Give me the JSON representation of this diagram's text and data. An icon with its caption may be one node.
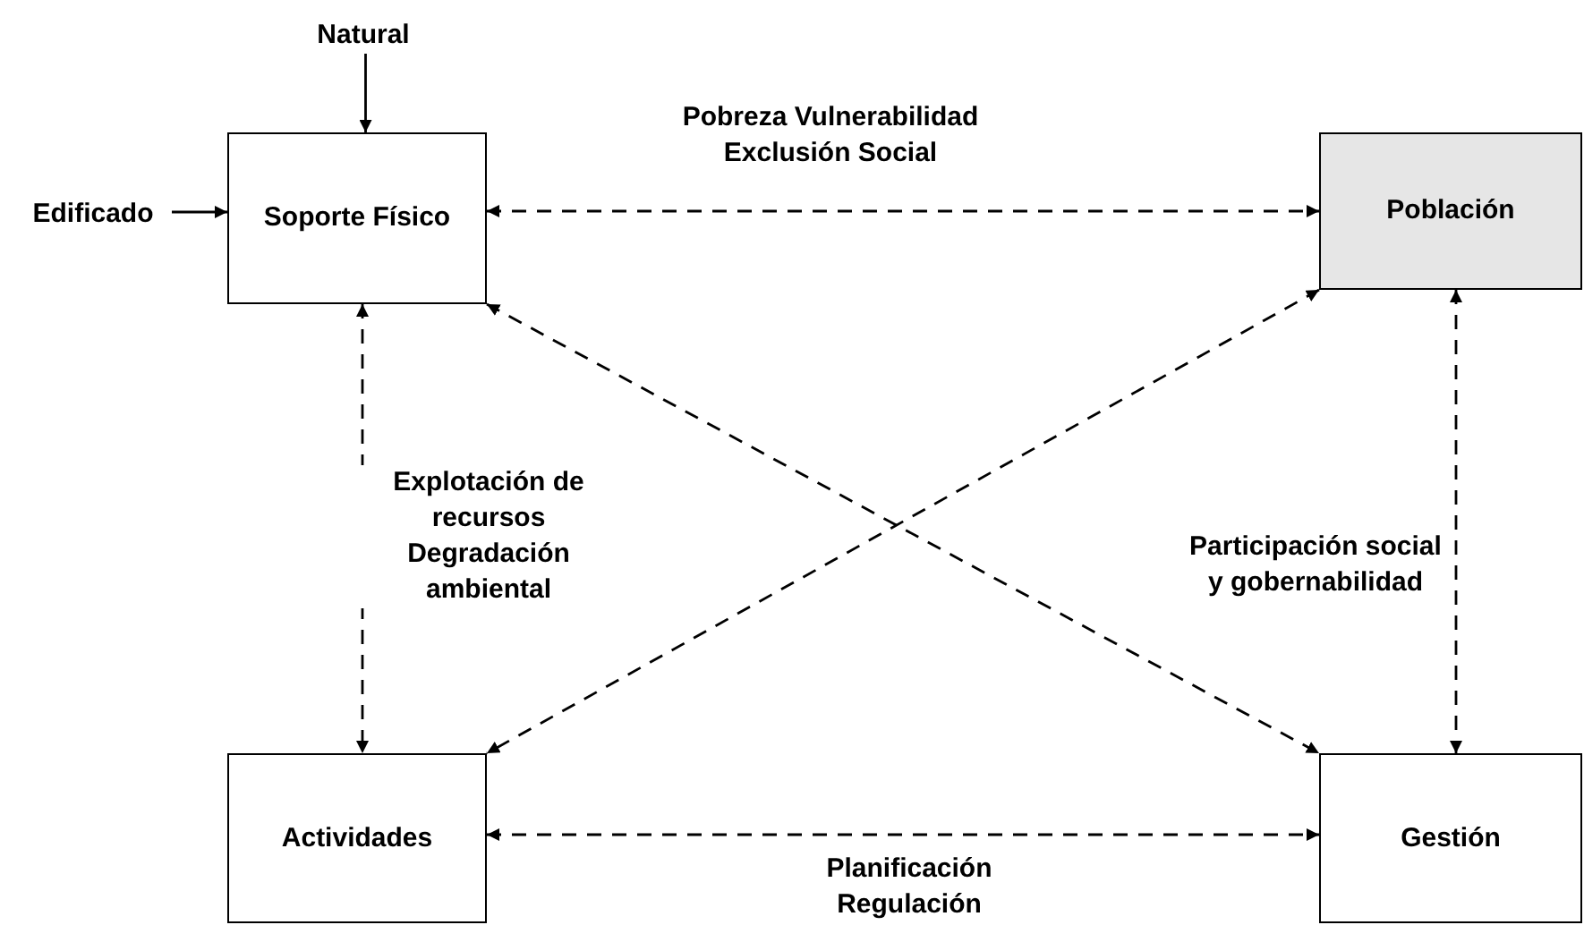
{
  "diagram": {
    "nodes": [
      {
        "text": [
          "Natural"
        ]
      },
      {
        "text": [
          "Edificado"
        ]
      },
      {
        "text": [
          "Soporte Físico"
        ]
      },
      {
        "text": [
          "Población"
        ]
      },
      {
        "text": [
          "Actividades"
        ]
      },
      {
        "text": [
          "Gestión"
        ]
      }
    ],
    "edges": [
      {
        "from": 0,
        "to": 2,
        "arrow": "to"
      },
      {
        "from": 1,
        "to": 2,
        "arrow": "to"
      },
      {
        "from": 2,
        "to": 3,
        "arrow": "both",
        "label": "Pobreza Vulnerabilidad Exclusión Social",
        "style": "dashed"
      },
      {
        "from": 2,
        "to": 4,
        "arrow": "both",
        "label": "Explotación de recursos Degradación ambiental",
        "style": "dashed"
      },
      {
        "from": 2,
        "to": 5,
        "arrow": "both",
        "style": "dashed"
      },
      {
        "from": 3,
        "to": 4,
        "arrow": "both",
        "style": "dashed"
      },
      {
        "from": 3,
        "to": 5,
        "arrow": "both",
        "label": "Participación social y gobernabilidad",
        "style": "dashed"
      },
      {
        "from": 4,
        "to": 5,
        "arrow": "both",
        "label": "Planificación Regulación",
        "style": "dashed"
      }
    ]
  }
}
